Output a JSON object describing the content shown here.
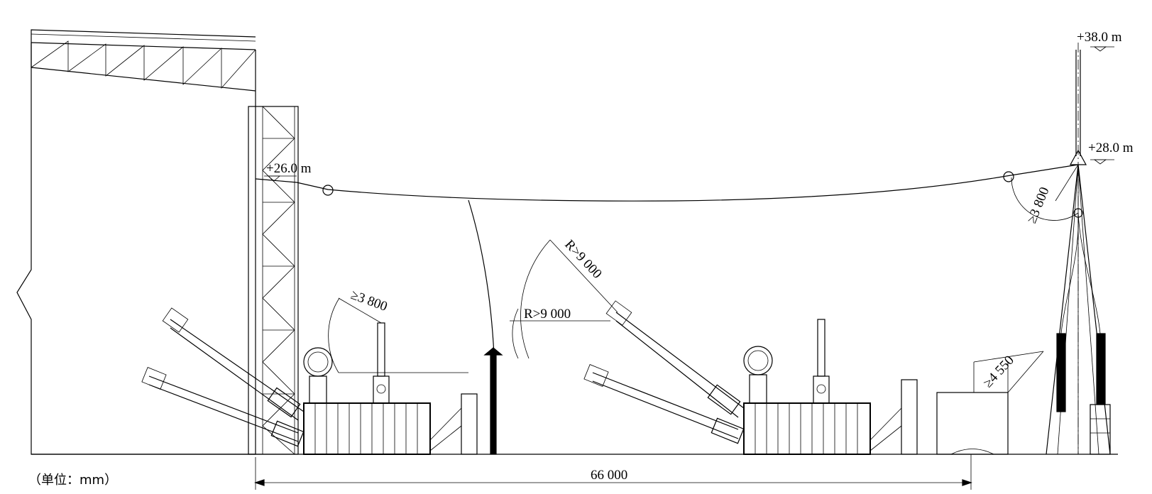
{
  "labels": {
    "elev_top": "+38.0 m",
    "elev_mid": "+28.0 m",
    "elev_left": "+26.0 m",
    "clear_left": "≥3 800",
    "clear_right": "≥3 800",
    "radius_upper": "R>9 000",
    "radius_lower": "R>9 000",
    "clear_wall": "≥4 550",
    "span": "66 000",
    "unit": "（单位：mm）"
  }
}
